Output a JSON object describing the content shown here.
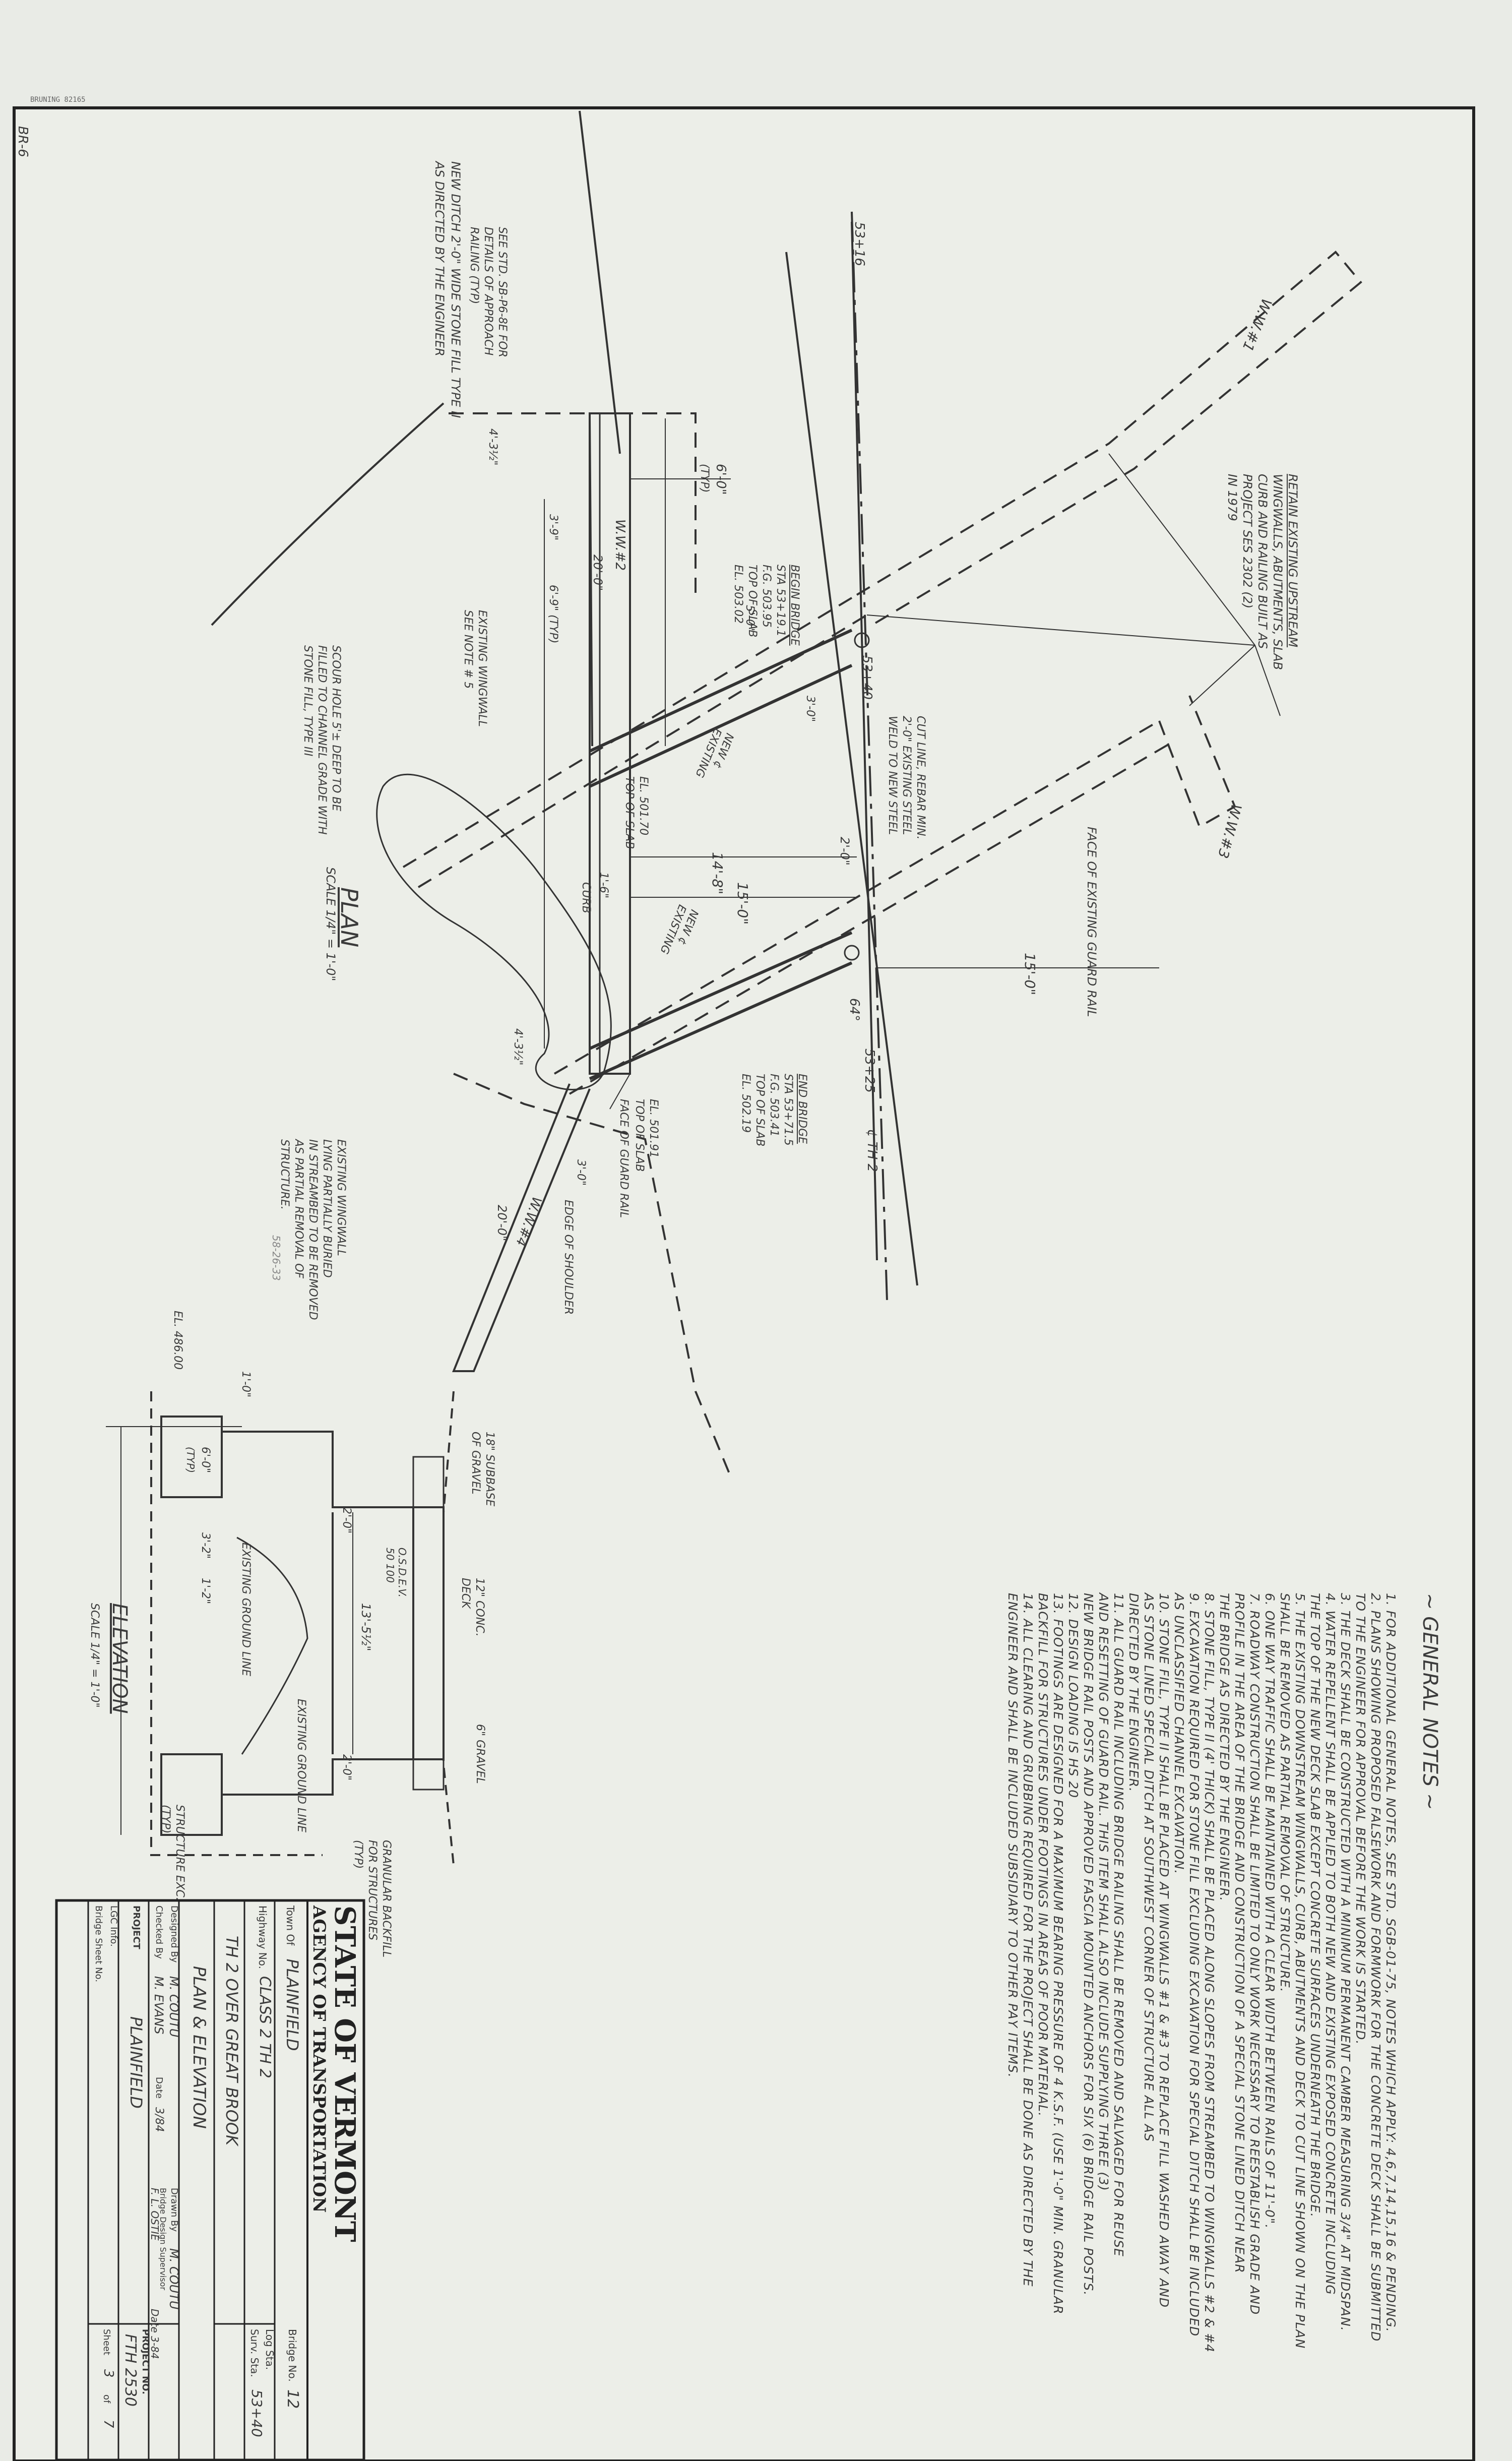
{
  "header": {
    "stamp": "BRUNING 82165",
    "sheet_id": "BR-6"
  },
  "plan": {
    "title": "PLAN",
    "scale": "SCALE 1/4\" = 1'-0\"",
    "station_left": "53+16",
    "station_right": "53+25",
    "centerline": "¢ TH 2",
    "station_mid": "53+40",
    "angle": "64°",
    "ww1": "W.W.#1",
    "ww2": "W.W.#2",
    "ww3": "W.W.#3",
    "ww4": "W.W.#4",
    "retain": [
      "RETAIN EXISTING UPSTREAM",
      "WINGWALLS, ABUTMENTS, SLAB",
      "CURB AND RAILING BUILT AS",
      "PROJECT SES 2302 (2)",
      "IN 1979"
    ],
    "cutline": [
      "CUT LINE, REBAR MIN.",
      "2'-0\" EXISTING STEEL",
      "WELD TO NEW STEEL"
    ],
    "guard_rail": "FACE OF EXISTING GUARD RAIL",
    "dim_15_0": "15'-0\"",
    "dim_15_0_b": "15'-0\"",
    "dim_14_8": "14'-8\"",
    "dim_2_0": "2'-0\"",
    "dim_6_0": "6'-0\"",
    "typ": "(TYP)",
    "dim_20_0": "20'-0\"",
    "dim_3_9": "3'-9\"",
    "dim_6_9": "6'-9\" (TYP)",
    "dim_5_0": "5'-0\"",
    "dim_4_3": "4'-3½\"",
    "dim_4_3b": "4'-3½\"",
    "dim_3_0": "3'-0\"",
    "dim_3_0b": "3'-0\"",
    "dim_20_0b": "20'-0\"",
    "dim_1_6": "1'-6\"",
    "curb": "CURB",
    "begin_bridge": [
      "BEGIN BRIDGE",
      "STA 53+19.1",
      "F.G. 503.95",
      "TOP OF SLAB",
      "EL. 503.02"
    ],
    "end_bridge": [
      "END BRIDGE",
      "STA 53+71.5",
      "F.G. 503.41",
      "TOP OF SLAB",
      "EL. 502.19"
    ],
    "el_top_slab_1": [
      "EL. 501.70",
      "TOP OF SLAB"
    ],
    "el_top_slab_2": [
      "EL. 501.91",
      "TOP OF SLAB"
    ],
    "face_guard_rail": "FACE OF GUARD RAIL",
    "edge_shoulder": "EDGE OF SHOULDER",
    "new_existing_1": [
      "NEW ¢",
      "EXISTING"
    ],
    "new_existing_2": [
      "NEW ¢",
      "EXISTING"
    ],
    "existing_ww": [
      "EXISTING WINGWALL",
      "SEE NOTE # 5"
    ],
    "scour_hole": [
      "SCOUR HOLE 5'± DEEP TO BE",
      "FILLED TO CHANNEL GRADE WITH",
      "STONE FILL, TYPE III"
    ],
    "existing_ww2": [
      "EXISTING WINGWALL",
      "LYING PARTIALLY BURIED",
      "IN STREAMBED TO BE REMOVED",
      "AS PARTIAL REMOVAL OF",
      "STRUCTURE."
    ],
    "see_std": [
      "SEE STD. SB-P6-8E FOR",
      "DETAILS OF APPROACH",
      "RAILING (TYP)"
    ],
    "new_ditch": [
      "NEW DITCH 2'-0\" WIDE STONE FILL TYPE II",
      "AS DIRECTED BY THE ENGINEER"
    ],
    "handwritten": "58-26-33"
  },
  "elevation": {
    "title": "ELEVATION",
    "scale": "SCALE 1/4\" = 1'-0\"",
    "el_486": "EL. 486.00",
    "subbase": [
      "18\" SUBBASE",
      "OF GRAVEL"
    ],
    "deck": [
      "12\" CONC.",
      "DECK"
    ],
    "gravel": "6\" GRAVEL",
    "osd": [
      "O.S.D.E.V.",
      "50 100"
    ],
    "dim_13_5": "13'-5½\"",
    "existing_ground": "EXISTING GROUND LINE",
    "granular": [
      "GRANULAR BACKFILL",
      "FOR STRUCTURES",
      "(TYP)"
    ],
    "structure_exc": [
      "STRUCTURE EXC.",
      "(TYP)"
    ],
    "dim_1_0": "1'-0\"",
    "dim_6_0": "6'-0\"",
    "dim_3_2": "3'-2\"",
    "dim_1_2": "1'-2\"",
    "dim_2_0": "2'-0\"",
    "dim_2_0b": "2'-0\"",
    "typ": "(TYP)"
  },
  "notes": {
    "title": "~ GENERAL NOTES ~",
    "lines": [
      "1. FOR ADDITIONAL GENERAL NOTES, SEE STD. SGB-01-75, NOTES WHICH APPLY: 4,6,7,14,15,16 & PENDING.",
      "2. PLANS SHOWING PROPOSED FALSEWORK AND FORMWORK FOR THE CONCRETE DECK SHALL BE SUBMITTED",
      "   TO THE ENGINEER FOR APPROVAL BEFORE THE WORK IS STARTED.",
      "3. THE DECK SHALL BE CONSTRUCTED WITH A MINIMUM PERMANENT CAMBER MEASURING 3/4\" AT MIDSPAN.",
      "4. WATER REPELLENT SHALL BE APPLIED TO BOTH NEW AND EXISTING EXPOSED CONCRETE INCLUDING",
      "   THE TOP OF THE NEW DECK SLAB EXCEPT CONCRETE SURFACES UNDERNEATH THE BRIDGE.",
      "5. THE EXISTING DOWNSTREAM WINGWALLS, CURB, ABUTMENTS AND DECK TO CUT LINE SHOWN ON THE PLAN",
      "   SHALL BE REMOVED AS PARTIAL REMOVAL OF STRUCTURE.",
      "6. ONE WAY TRAFFIC SHALL BE MAINTAINED WITH A CLEAR WIDTH BETWEEN RAILS OF 11'-0\".",
      "7. ROADWAY CONSTRUCTION SHALL BE LIMITED TO ONLY WORK NECESSARY TO REESTABLISH GRADE AND",
      "   PROFILE IN THE AREA OF THE BRIDGE AND CONSTRUCTION OF A SPECIAL STONE LINED DITCH NEAR",
      "   THE BRIDGE AS DIRECTED BY THE ENGINEER.",
      "8. STONE FILL, TYPE II (4' THICK) SHALL BE PLACED ALONG SLOPES FROM STREAMBED TO WINGWALLS #2 & #4",
      "9. EXCAVATION REQUIRED FOR STONE FILL EXCLUDING EXCAVATION FOR SPECIAL DITCH SHALL BE INCLUDED",
      "   AS UNCLASSIFIED CHANNEL EXCAVATION.",
      "10. STONE FILL, TYPE II SHALL BE PLACED AT WINGWALLS #1 & #3 TO REPLACE FILL WASHED AWAY AND",
      "    AS STONE LINED SPECIAL DITCH AT SOUTHWEST CORNER OF STRUCTURE ALL AS",
      "    DIRECTED BY THE ENGINEER.",
      "11. ALL GUARD RAIL INCLUDING BRIDGE RAILING SHALL BE REMOVED AND SALVAGED FOR REUSE",
      "    AND RESETTING OF GUARD RAIL. THIS ITEM SHALL ALSO INCLUDE SUPPLYING THREE (3)",
      "    NEW BRIDGE RAIL POSTS AND APPROVED FASCIA MOUNTED ANCHORS FOR SIX (6) BRIDGE RAIL POSTS.",
      "12. DESIGN LOADING IS HS 20",
      "13. FOOTINGS ARE DESIGNED FOR A MAXIMUM BEARING PRESSURE OF 4 K.S.F. (USE 1'-0\" MIN. GRANULAR",
      "    BACKFILL FOR STRUCTURES UNDER FOOTINGS IN AREAS OF POOR MATERIAL.",
      "14. ALL CLEARING AND GRUBBING REQUIRED FOR THE PROJECT SHALL BE DONE AS DIRECTED BY THE",
      "    ENGINEER AND SHALL BE INCLUDED SUBSIDIARY TO OTHER PAY ITEMS."
    ]
  },
  "title_block": {
    "state": "STATE OF VERMONT",
    "agency": "AGENCY OF TRANSPORTATION",
    "town_label": "Town Of",
    "town": "PLAINFIELD",
    "bridge_no_label": "Bridge No.",
    "bridge_no": "12",
    "highway_label": "Highway No.",
    "highway": "CLASS 2 TH 2",
    "log_sta_label": "Log Sta.",
    "surv_sta_label": "Surv. Sta.",
    "surv_sta": "53+40",
    "crossing": "TH 2 OVER GREAT BROOK",
    "sheet_title": "PLAN & ELEVATION",
    "designed_label": "Designed By",
    "designed": "M. COUTU",
    "drawn_label": "Drawn By",
    "drawn": "M. COUTU",
    "checked_label": "Checked By",
    "checked": "M. EVANS",
    "date_label": "Date",
    "date": "3/84",
    "supervisor_label": "Bridge Design Supervisor",
    "supervisor": "F. L. OSTIE",
    "supervisor_date": "Date 3-84",
    "project_label": "PROJECT",
    "project": "PLAINFIELD",
    "project_no_label": "PROJECT NO.",
    "project_no": "FTH 2530",
    "lgc_label": "LGC Info.",
    "bridge_sheet_label": "Bridge Sheet No.",
    "sheet_label": "Sheet",
    "sheet_no": "3",
    "of_label": "of",
    "sheet_total": "7"
  }
}
